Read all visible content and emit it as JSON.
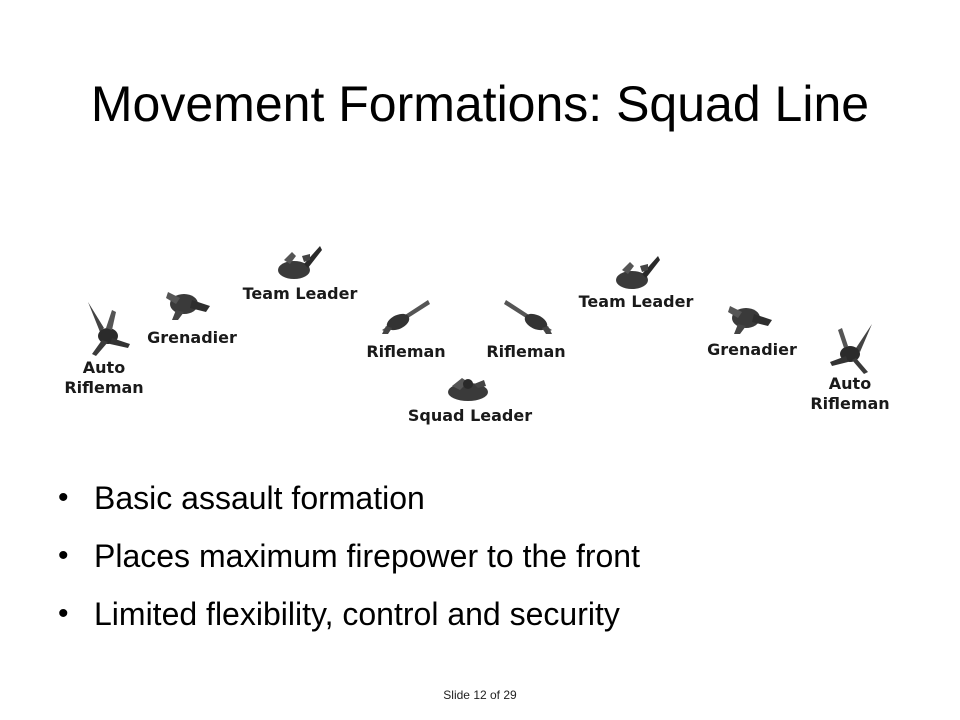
{
  "slide": {
    "title": "Movement Formations: Squad Line",
    "footer": "Slide 12 of 29"
  },
  "diagram": {
    "figures": [
      {
        "role": "auto-rifleman-left",
        "label_lines": [
          "Auto",
          "Rifleman"
        ],
        "icon": "soldier-prone-icon"
      },
      {
        "role": "grenadier-left",
        "label_lines": [
          "Grenadier"
        ],
        "icon": "soldier-crouching-icon"
      },
      {
        "role": "team-leader-left",
        "label_lines": [
          "Team Leader"
        ],
        "icon": "soldier-kneeling-icon"
      },
      {
        "role": "rifleman-left",
        "label_lines": [
          "Rifleman"
        ],
        "icon": "soldier-rifle-icon"
      },
      {
        "role": "squad-leader",
        "label_lines": [
          "Squad Leader"
        ],
        "icon": "soldier-leader-icon"
      },
      {
        "role": "rifleman-right",
        "label_lines": [
          "Rifleman"
        ],
        "icon": "soldier-rifle-icon"
      },
      {
        "role": "team-leader-right",
        "label_lines": [
          "Team Leader"
        ],
        "icon": "soldier-kneeling-icon"
      },
      {
        "role": "grenadier-right",
        "label_lines": [
          "Grenadier"
        ],
        "icon": "soldier-crouching-icon"
      },
      {
        "role": "auto-rifleman-right",
        "label_lines": [
          "Auto",
          "Rifleman"
        ],
        "icon": "soldier-prone-icon"
      }
    ]
  },
  "bullets": [
    "Basic assault formation",
    "Places maximum firepower to the front",
    "Limited flexibility, control and security"
  ]
}
